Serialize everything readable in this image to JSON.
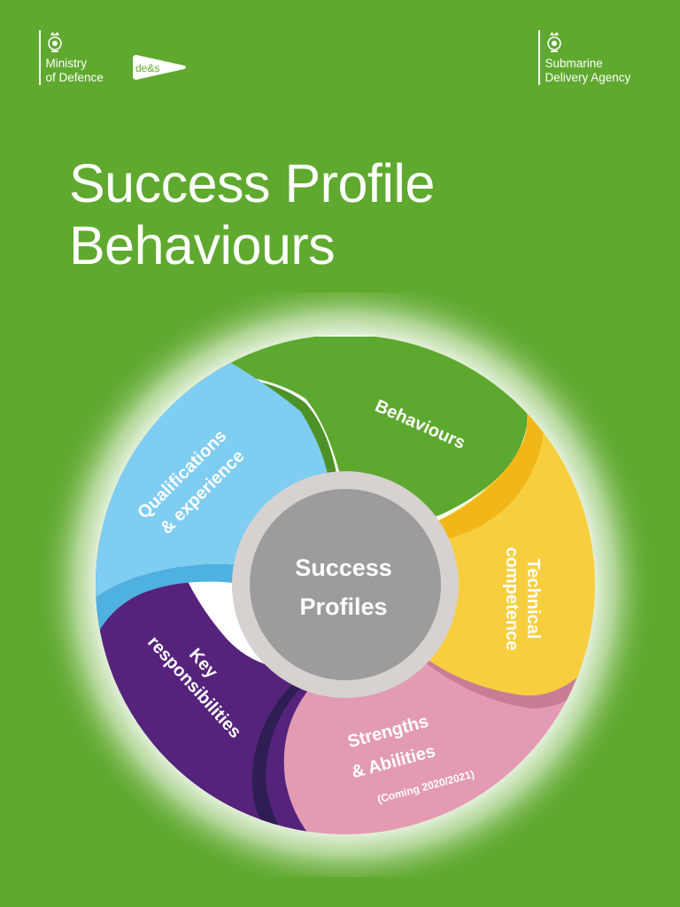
{
  "logos": {
    "mod": {
      "line1": "Ministry",
      "line2": "of Defence"
    },
    "des": {
      "label": "de&s"
    },
    "sda": {
      "line1": "Submarine",
      "line2": "Delivery Agency"
    }
  },
  "title": {
    "line1": "Success Profile",
    "line2": "Behaviours"
  },
  "wheel": {
    "center": {
      "line1": "Success",
      "line2": "Profiles"
    },
    "segments": {
      "behaviours": "Behaviours",
      "technical_line1": "Technical",
      "technical_line2": "competence",
      "strengths_line1": "Strengths",
      "strengths_line2": "& Abilities",
      "strengths_note": "(Coming 2020/2021)",
      "key_line1": "Key",
      "key_line2": "responsibilities",
      "quals_line1": "Qualifications",
      "quals_line2": "& experience"
    }
  },
  "colors": {
    "background": "#5fa92f",
    "behaviours": "#5da82e",
    "technical": "#f7cf3e",
    "strengths": "#e39bb3",
    "key": "#55237c",
    "quals": "#7fcdf1",
    "center": "#9c9c9c"
  }
}
